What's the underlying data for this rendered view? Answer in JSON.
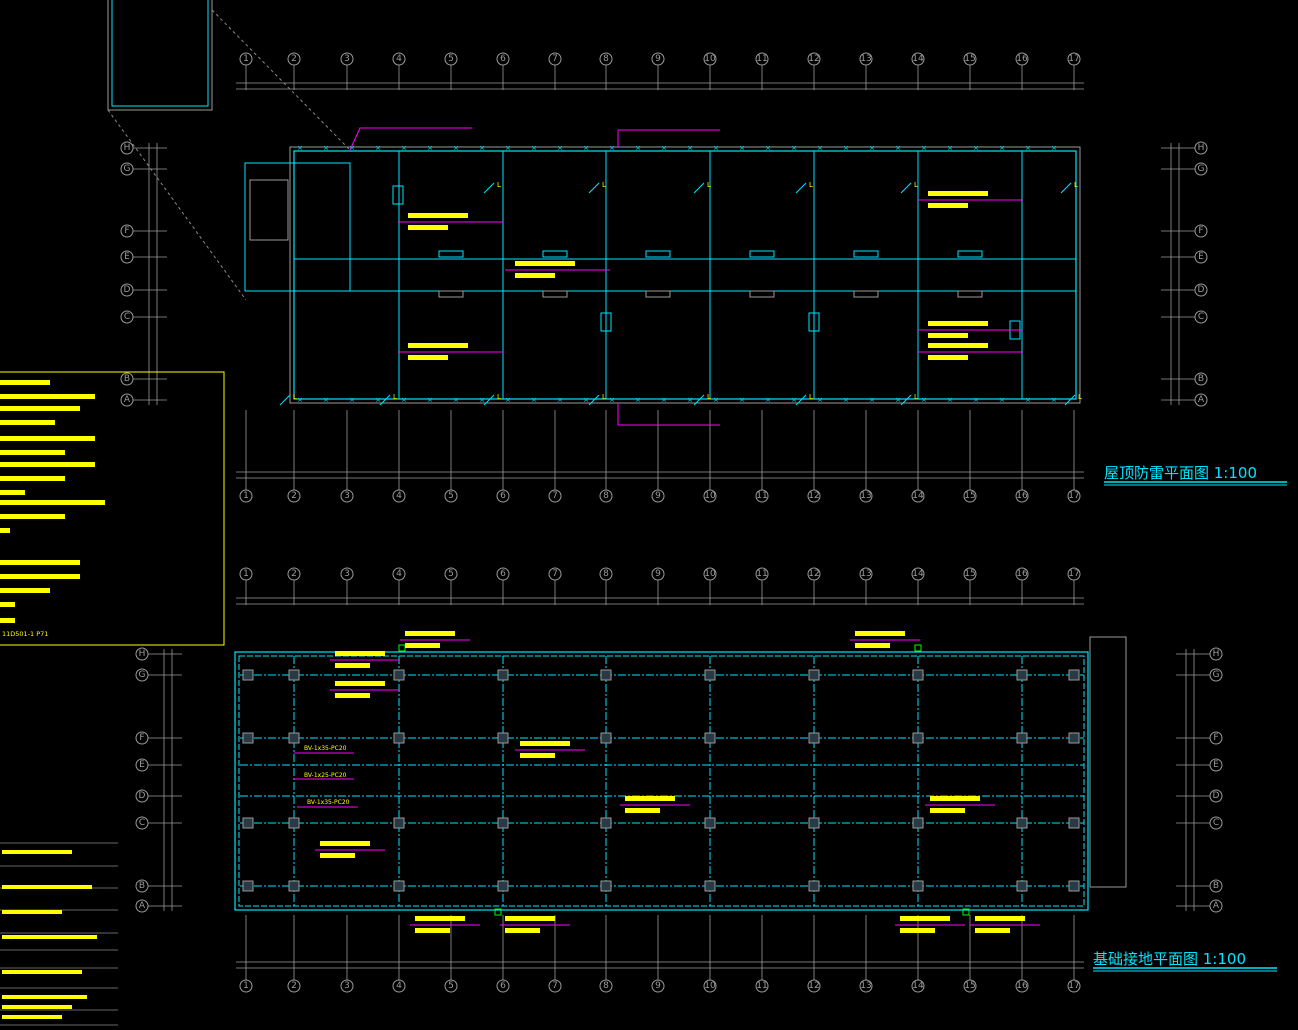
{
  "drawings": [
    {
      "title": "屋顶防雷平面图 1:100",
      "id": "roof"
    },
    {
      "title": "基础接地平面图 1:100",
      "id": "foundation"
    }
  ],
  "column_axes": [
    "1",
    "2",
    "3",
    "4",
    "5",
    "6",
    "7",
    "8",
    "9",
    "10",
    "11",
    "12",
    "13",
    "14",
    "15",
    "16",
    "17"
  ],
  "row_axes": [
    "A",
    "B",
    "C",
    "D",
    "E",
    "F",
    "G",
    "H"
  ],
  "annotations": {
    "conductor_1": "BV-1x35-PC20",
    "conductor_2": "BV-1x25-PC20",
    "conductor_3": "BV-1x35-PC20",
    "marker": "L",
    "ref": "11D501-1 P71"
  },
  "colors": {
    "roof_conductor": "#00e5ff",
    "grid": "#9a9a9a",
    "text": "#ffff00",
    "leader": "#ff00ff",
    "border": "#ffff00"
  }
}
